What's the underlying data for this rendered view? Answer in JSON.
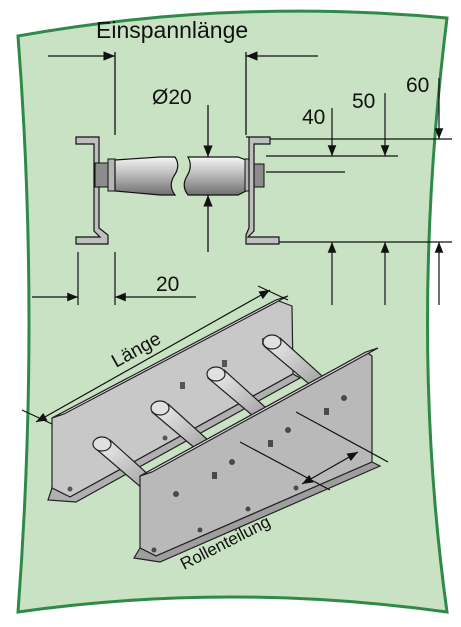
{
  "colors": {
    "panel": "#c9e2c3",
    "border": "#2f8a4a",
    "line": "#111111",
    "metal_light": "#d9d9d9",
    "metal_mid": "#a8a8a8",
    "metal_dark": "#6e6e6e"
  },
  "labels": {
    "einspannlaenge": "Einspannlänge",
    "diameter": "Ø20",
    "dim_40": "40",
    "dim_50": "50",
    "dim_60": "60",
    "dim_20": "20",
    "laenge": "Länge",
    "rollenteilung": "Rollenteilung"
  }
}
